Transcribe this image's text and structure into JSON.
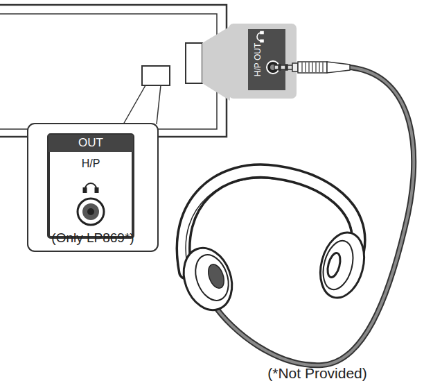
{
  "diagram": {
    "nodes": [
      {
        "text": [
          "(Only LP869*)"
        ]
      },
      {
        "text": [
          "OUT",
          "H/P"
        ],
        "in": 0
      },
      {
        "text": [
          "H/P OUT"
        ]
      }
    ],
    "labels": [
      "(*Not Provided)"
    ]
  }
}
